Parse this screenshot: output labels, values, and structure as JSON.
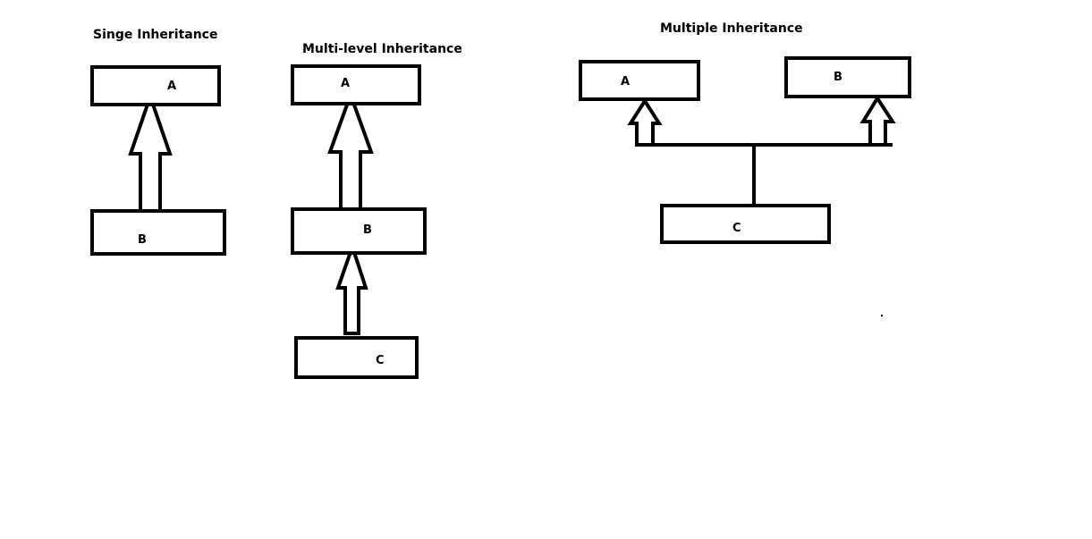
{
  "titles": {
    "single": "Singe Inheritance",
    "multilevel": "Multi-level Inheritance",
    "multiple": "Multiple Inheritance"
  },
  "single": {
    "parent": "A",
    "child": "B"
  },
  "multilevel": {
    "top": "A",
    "middle": "B",
    "bottom": "C"
  },
  "multiple": {
    "parent_left": "A",
    "parent_right": "B",
    "child": "C"
  },
  "colors": {
    "stroke": "#000000",
    "background": "#ffffff"
  }
}
